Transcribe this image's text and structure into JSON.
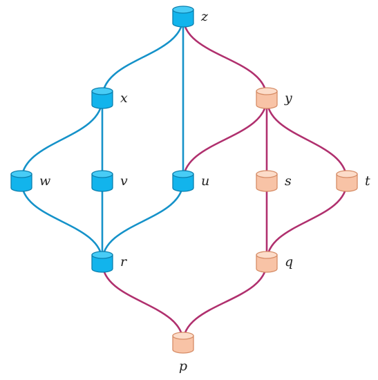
{
  "colors": {
    "blue_fill": "#12b4ec",
    "blue_top": "#48ccf6",
    "blue_stroke": "#0b7fae",
    "blue_edge": "#1592c9",
    "peach_fill": "#f8c3a6",
    "peach_top": "#fcdcc9",
    "peach_stroke": "#d68c66",
    "magenta_edge": "#b0306e"
  },
  "nodes": [
    {
      "id": "z",
      "label": "z",
      "group": "blue"
    },
    {
      "id": "x",
      "label": "x",
      "group": "blue"
    },
    {
      "id": "y",
      "label": "y",
      "group": "peach"
    },
    {
      "id": "w",
      "label": "w",
      "group": "blue"
    },
    {
      "id": "v",
      "label": "v",
      "group": "blue"
    },
    {
      "id": "u",
      "label": "u",
      "group": "blue"
    },
    {
      "id": "s",
      "label": "s",
      "group": "peach"
    },
    {
      "id": "t",
      "label": "t",
      "group": "peach"
    },
    {
      "id": "r",
      "label": "r",
      "group": "blue"
    },
    {
      "id": "q",
      "label": "q",
      "group": "peach"
    },
    {
      "id": "p",
      "label": "p",
      "group": "peach"
    }
  ],
  "edges": [
    {
      "from": "z",
      "to": "x",
      "color": "blue"
    },
    {
      "from": "z",
      "to": "u",
      "color": "blue"
    },
    {
      "from": "z",
      "to": "y",
      "color": "magenta"
    },
    {
      "from": "x",
      "to": "w",
      "color": "blue"
    },
    {
      "from": "x",
      "to": "v",
      "color": "blue"
    },
    {
      "from": "y",
      "to": "u",
      "color": "magenta"
    },
    {
      "from": "y",
      "to": "s",
      "color": "magenta"
    },
    {
      "from": "y",
      "to": "t",
      "color": "magenta"
    },
    {
      "from": "w",
      "to": "r",
      "color": "blue"
    },
    {
      "from": "v",
      "to": "r",
      "color": "blue"
    },
    {
      "from": "u",
      "to": "r",
      "color": "blue"
    },
    {
      "from": "s",
      "to": "q",
      "color": "magenta"
    },
    {
      "from": "t",
      "to": "q",
      "color": "magenta"
    },
    {
      "from": "r",
      "to": "p",
      "color": "magenta"
    },
    {
      "from": "q",
      "to": "p",
      "color": "magenta"
    }
  ]
}
